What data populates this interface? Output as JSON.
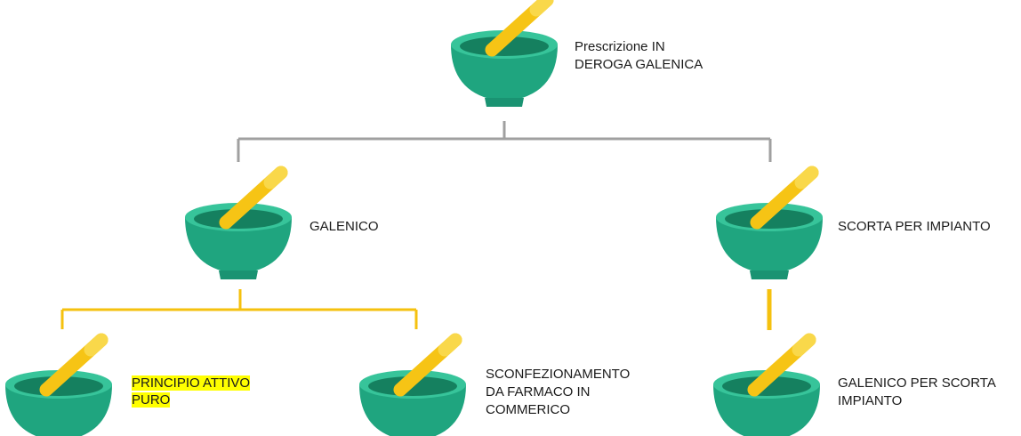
{
  "colors": {
    "bowl_outer": "#1fa57f",
    "bowl_rim": "#37c49a",
    "bowl_inner": "#15805f",
    "pestle": "#f6c415",
    "pestle_tip": "#f9d84a",
    "gray_connector": "#a0a0a0",
    "yellow_connector": "#f5c10f",
    "highlight": "#ffff00"
  },
  "nodes": [
    {
      "id": "root",
      "icon": "mortar-pestle-icon",
      "label_lines": [
        "Prescrizione IN",
        "DEROGA GALENICA"
      ],
      "highlighted": false
    },
    {
      "id": "galenico",
      "icon": "mortar-pestle-icon",
      "label_lines": [
        "GALENICO"
      ],
      "highlighted": false
    },
    {
      "id": "scorta",
      "icon": "mortar-pestle-icon",
      "label_lines": [
        "SCORTA PER IMPIANTO"
      ],
      "highlighted": false
    },
    {
      "id": "principio",
      "icon": "mortar-pestle-icon",
      "label_lines": [
        "PRINCIPIO ATTIVO",
        "PURO"
      ],
      "highlighted": true
    },
    {
      "id": "sconfezionamento",
      "icon": "mortar-pestle-icon",
      "label_lines": [
        "SCONFEZIONAMENTO",
        "DA FARMACO IN",
        "COMMERICO"
      ],
      "highlighted": false
    },
    {
      "id": "galenico-scorta",
      "icon": "mortar-pestle-icon",
      "label_lines": [
        "GALENICO PER SCORTA",
        "IMPIANTO"
      ],
      "highlighted": false
    }
  ],
  "edges": [
    {
      "from": "root",
      "to": "galenico",
      "style": "gray"
    },
    {
      "from": "root",
      "to": "scorta",
      "style": "gray"
    },
    {
      "from": "galenico",
      "to": "principio",
      "style": "yellow"
    },
    {
      "from": "galenico",
      "to": "sconfezionamento",
      "style": "yellow"
    },
    {
      "from": "scorta",
      "to": "galenico-scorta",
      "style": "yellow"
    }
  ]
}
